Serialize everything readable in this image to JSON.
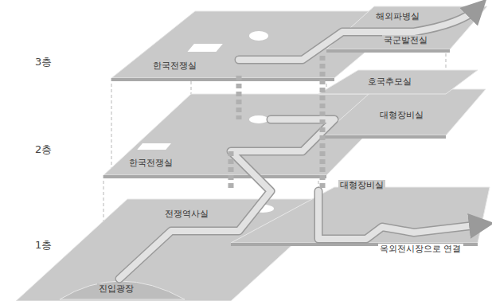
{
  "diagram": {
    "labels": [
      "3층",
      "해외파병실",
      "국군발전실",
      "한국전쟁실",
      "호국추모실",
      "2층",
      "대형장비실",
      "한국전쟁실",
      "대형장비실",
      "전쟁역사실",
      "옥외전시장으로 연결",
      "1층",
      "진입광장"
    ]
  }
}
